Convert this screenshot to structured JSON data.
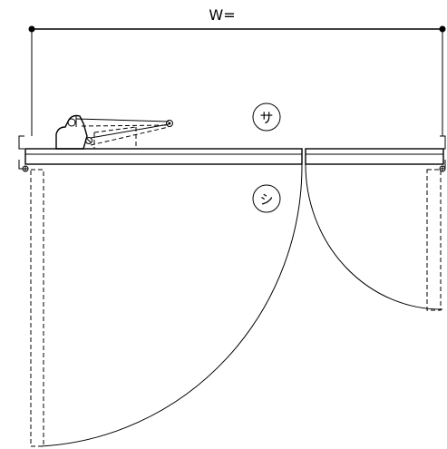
{
  "dimension": {
    "label": "W="
  },
  "symbols": {
    "outside": "サ",
    "inside": "シ"
  },
  "colors": {
    "line": "#000000",
    "background": "#ffffff"
  },
  "icons": {
    "door_closer": "door-closer-icon",
    "hinge": "hinge-icon"
  }
}
